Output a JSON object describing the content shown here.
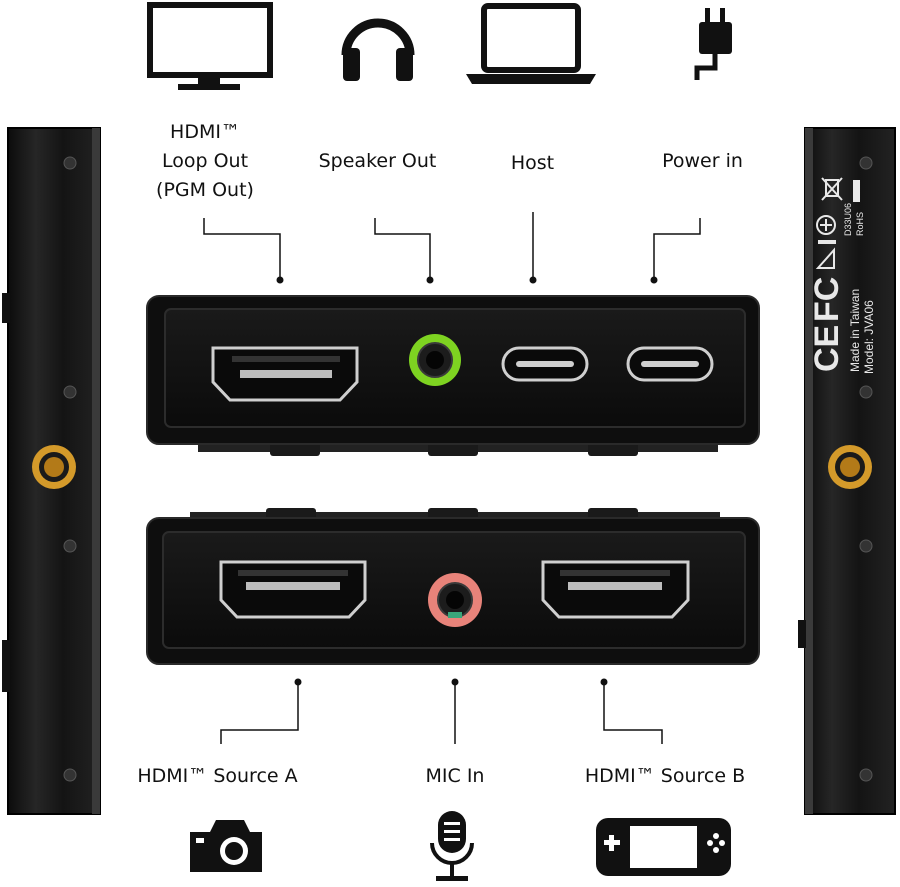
{
  "top_labels": {
    "hdmi_loop": [
      "HDMI™",
      "Loop Out",
      "(PGM Out)"
    ],
    "speaker_out": "Speaker Out",
    "host": "Host",
    "power_in": "Power in"
  },
  "bottom_labels": {
    "source_a": "HDMI™ Source A",
    "mic_in": "MIC In",
    "source_b": "HDMI™ Source B"
  },
  "side_panel": {
    "made_in": "Made in Taiwan",
    "model": "Model: JVA06",
    "cert_marks": [
      "CE",
      "FC",
      "RoHS",
      "D33U06"
    ]
  },
  "icons": {
    "top": [
      "tv-icon",
      "headphones-icon",
      "laptop-icon",
      "power-plug-icon"
    ],
    "bottom": [
      "camera-icon",
      "microphone-icon",
      "game-console-icon"
    ]
  },
  "colors": {
    "speaker_jack_ring": "#7ed321",
    "mic_jack_ring": "#e8837a",
    "mount_ring": "#d49a2a",
    "device_body": "#111111"
  }
}
